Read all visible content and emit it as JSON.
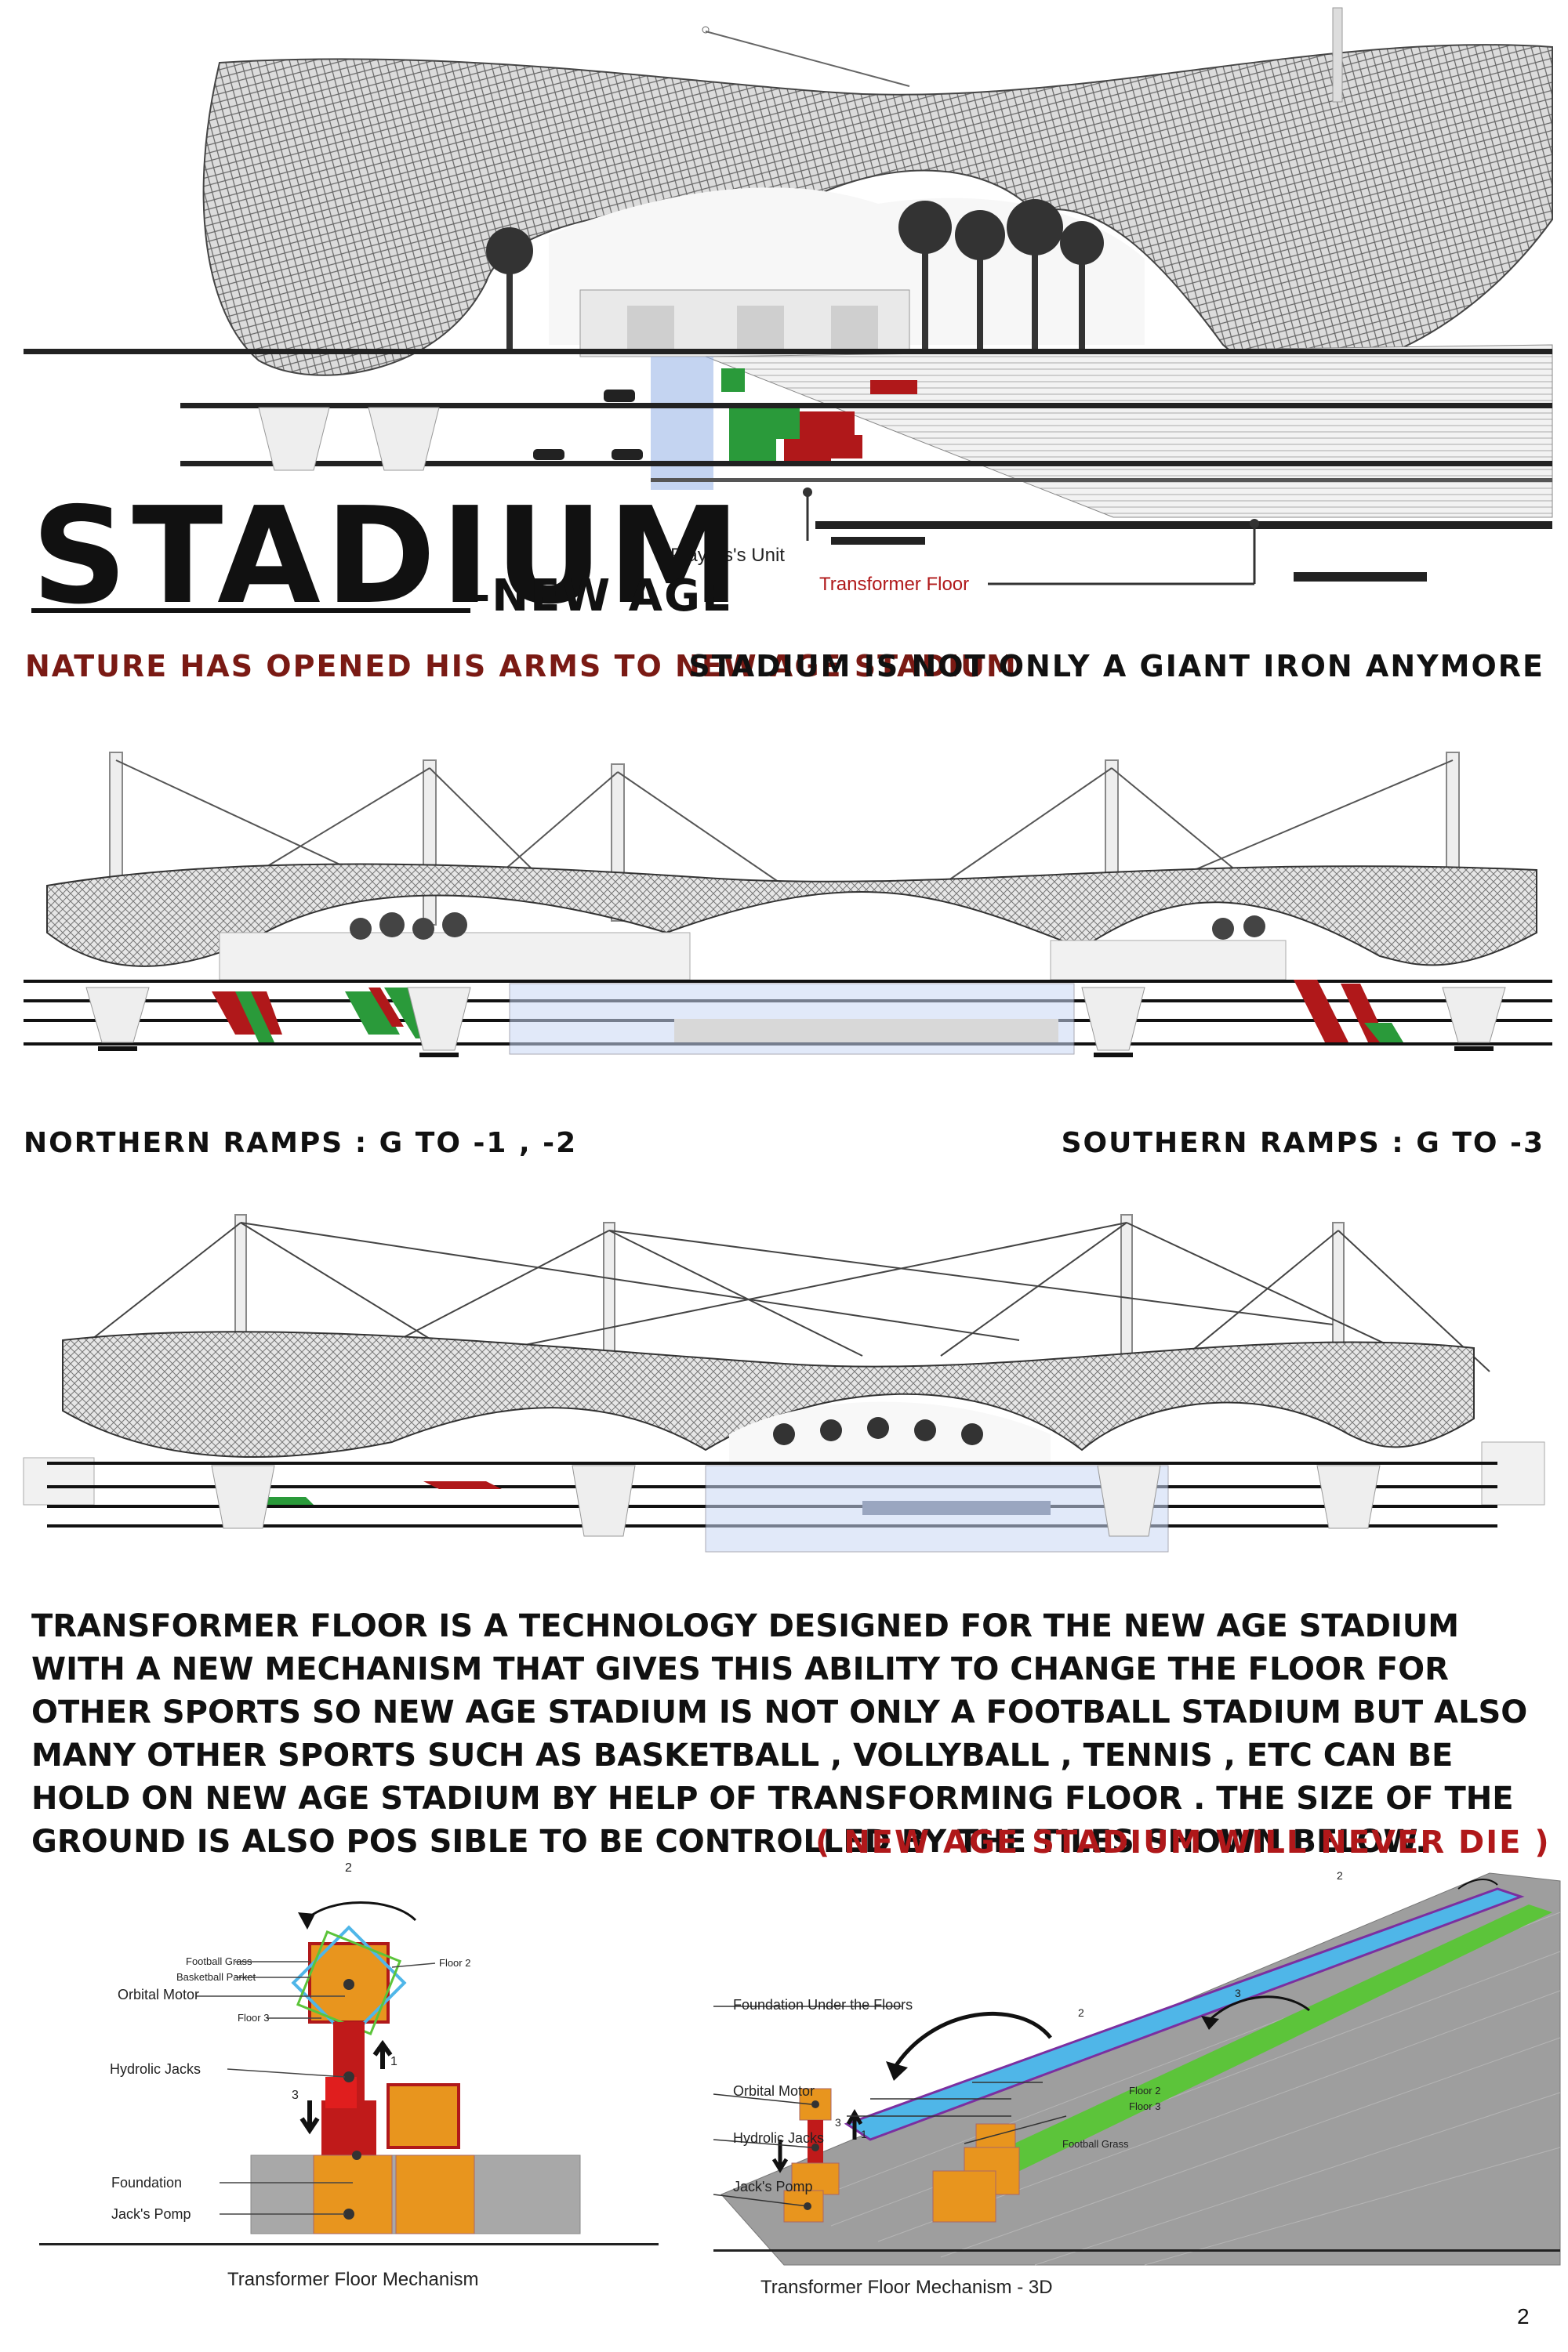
{
  "header": {
    "title": "Stadium",
    "subtitle": "-New Age",
    "tagline_left": "Nature has opened his arms to new age stadium",
    "tagline_right": "Stadium is not only a giant iron anymore"
  },
  "section_callouts": {
    "players_unit": "Players's Unit",
    "transformer_floor": "Transformer Floor"
  },
  "ramps": {
    "northern": "Northern Ramps : G to -1 , -2",
    "southern": "Southern Ramps : G to -3"
  },
  "description": "Transformer Floor is a technology designed for the new age stadium with a new mechanism that gives this ability to change the floor for other sports so new age stadium is not only a football stadium but also many other sports such as basketball , vollyball , tennis , etc can be hold on new age stadium by help of transforming floor . the size of the ground is also pos sible to be controlled by the tiles shown below.",
  "slogan": "( New age stadium will never die )",
  "mechanism_2d": {
    "caption": "Transformer Floor Mechanism",
    "labels": {
      "football_grass": "Football Grass",
      "basketball_parket": "Basketball Parket",
      "orbital_motor": "Orbital Motor",
      "floor_2": "Floor 2",
      "floor_3": "Floor 3",
      "hydrolic_jacks": "Hydrolic Jacks",
      "foundation": "Foundation",
      "jacks_pomp": "Jack's Pomp"
    },
    "step_numbers": [
      "2",
      "1",
      "3"
    ]
  },
  "mechanism_3d": {
    "caption": "Transformer Floor Mechanism  - 3D",
    "labels": {
      "foundation_under_floors": "Foundation Under the Floors",
      "orbital_motor": "Orbital Motor",
      "hydrolic_jacks": "Hydrolic Jacks",
      "jacks_pomp": "Jack's Pomp",
      "floor_2": "Floor 2",
      "floor_3": "Floor 3",
      "football_grass": "Football Grass"
    },
    "step_numbers": [
      "2",
      "3",
      "2",
      "1",
      "3"
    ]
  },
  "page_number": "2",
  "colors": {
    "accent_red": "#b0181a",
    "tagline_red": "#7a1a14",
    "ramp_green": "#2a9a3a",
    "floor_blue": "#4fb6e8",
    "floor_green": "#5cc43a",
    "orange": "#e8951e"
  }
}
